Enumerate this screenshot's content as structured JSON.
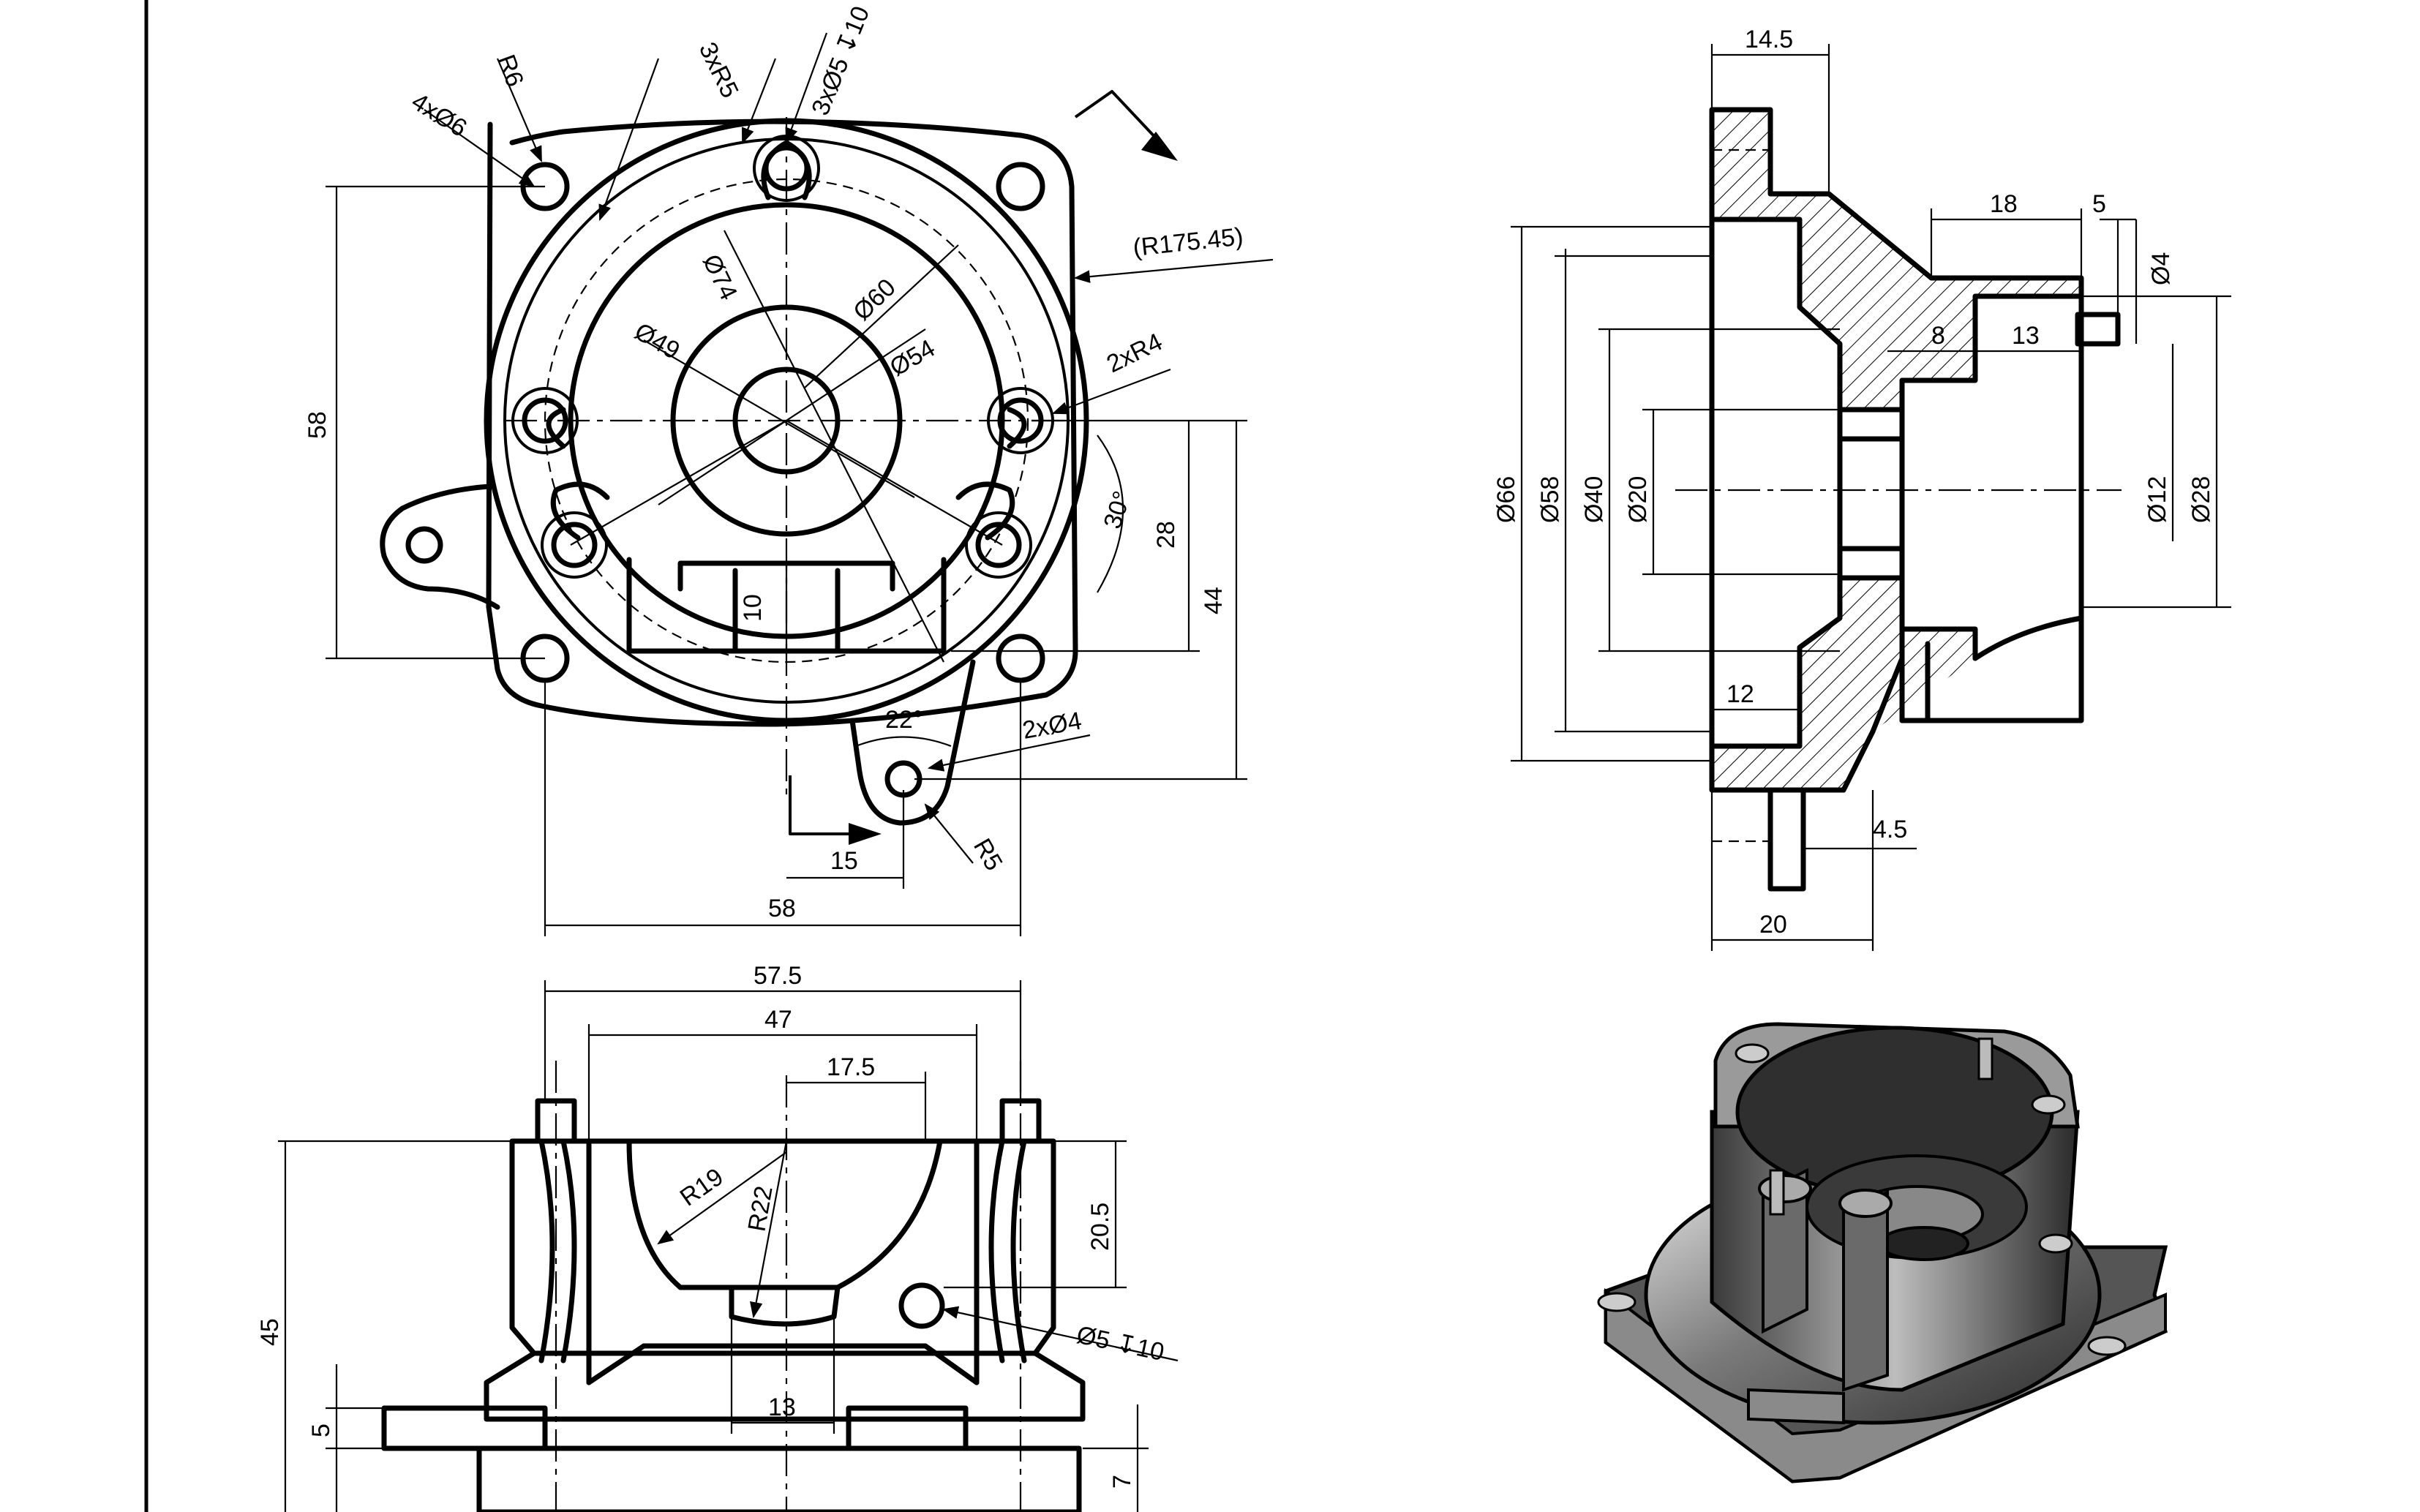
{
  "drawing": {
    "top_view": {
      "labels": {
        "holes_4x": "4xØ6",
        "r6": "R6",
        "r5_3x": "3xR5",
        "holes_3x": "3xØ5 ↧10",
        "r175": "(R175.45)",
        "d74": "Ø74",
        "d60": "Ø60",
        "d49": "Ø49",
        "d54": "Ø54",
        "r4_2x": "2xR4",
        "h58": "58",
        "a30": "30°",
        "v28": "28",
        "v44": "44",
        "v10": "10",
        "a22": "22°",
        "holes_2x": "2xØ4",
        "r5": "R5",
        "w15": "15",
        "w58": "58"
      }
    },
    "side_view": {
      "labels": {
        "w14_5": "14.5",
        "w18": "18",
        "w5": "5",
        "d4": "Ø4",
        "w8": "8",
        "w13": "13",
        "d66": "Ø66",
        "d58": "Ø58",
        "d40": "Ø40",
        "d20": "Ø20",
        "d12": "Ø12",
        "d28": "Ø28",
        "w12": "12",
        "w4_5": "4.5",
        "w20": "20"
      }
    },
    "front_view": {
      "labels": {
        "w57_5": "57.5",
        "w47": "47",
        "w17_5": "17.5",
        "r19": "R19",
        "r22": "R22",
        "h20_5": "20.5",
        "h45": "45",
        "h5": "5",
        "h7": "7",
        "w13": "13",
        "hole": "Ø5 ↧10"
      }
    }
  }
}
